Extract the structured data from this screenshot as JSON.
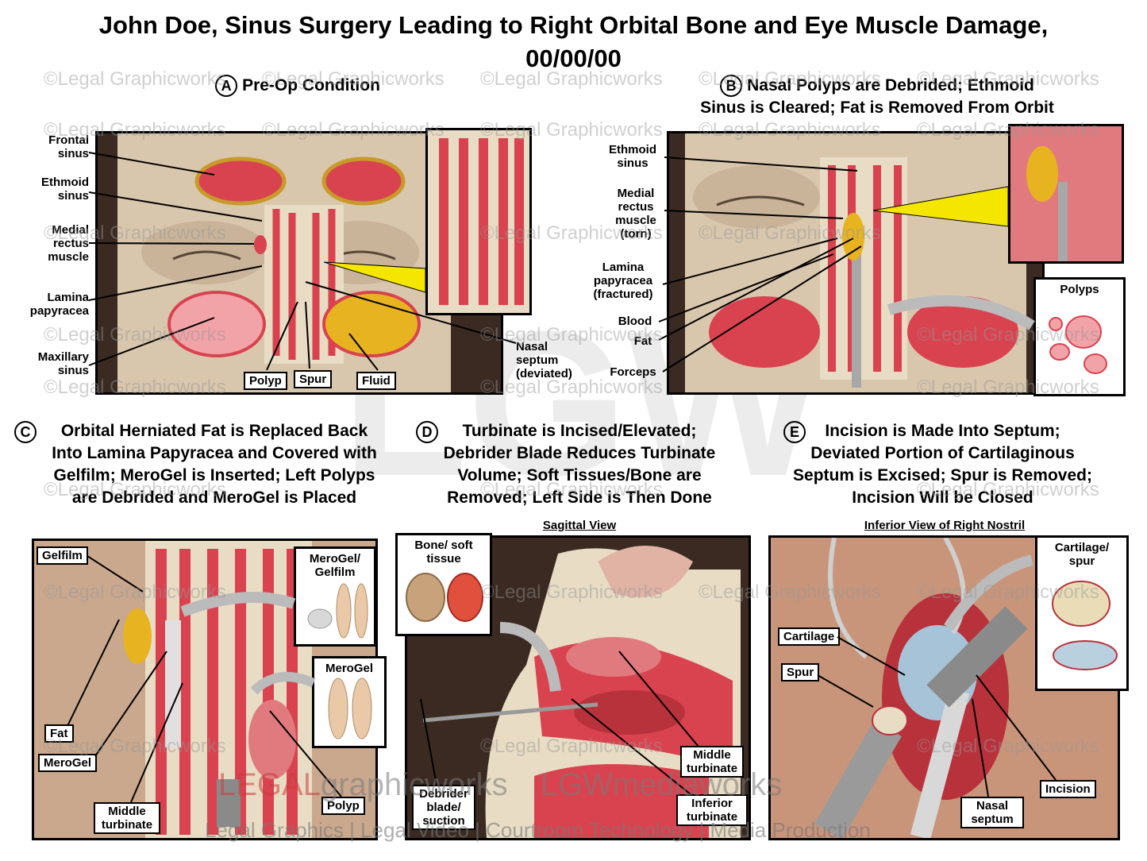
{
  "title": {
    "line1": "John Doe, Sinus Surgery Leading to Right Orbital Bone and Eye Muscle Damage,",
    "line2": "00/00/00"
  },
  "watermark": "©Legal Graphicworks",
  "panels": {
    "a": {
      "letter": "A",
      "title": "Pre-Op Condition",
      "labels": {
        "frontal_sinus": "Frontal sinus",
        "ethmoid_sinus": "Ethmoid sinus",
        "medial_rectus": "Medial rectus muscle",
        "lamina": "Lamina papyracea",
        "maxillary": "Maxillary sinus",
        "polyp": "Polyp",
        "spur": "Spur",
        "fluid": "Fluid",
        "nasal_septum": "Nasal septum (deviated)"
      }
    },
    "b": {
      "letter": "B",
      "title_line1": "Nasal Polyps are Debrided; Ethmoid",
      "title_line2": "Sinus is Cleared; Fat is Removed From Orbit",
      "labels": {
        "ethmoid_sinus": "Ethmoid sinus",
        "medial_rectus": "Medial rectus muscle (torn)",
        "lamina": "Lamina papyracea (fractured)",
        "blood": "Blood",
        "fat": "Fat",
        "forceps": "Forceps",
        "polyps": "Polyps"
      }
    },
    "c": {
      "letter": "C",
      "title_lines": [
        "Orbital Herniated Fat is Replaced Back",
        "Into Lamina Papyracea and Covered with",
        "Gelfilm; MeroGel is Inserted; Left Polyps",
        "are Debrided and MeroGel is Placed"
      ],
      "labels": {
        "gelfilm": "Gelfilm",
        "fat": "Fat",
        "merogel": "MeroGel",
        "middle_turbinate": "Middle turbinate",
        "polyp": "Polyp",
        "merogel_gelfilm": "MeroGel/ Gelfilm",
        "merogel_inset": "MeroGel"
      }
    },
    "d": {
      "letter": "D",
      "title_lines": [
        "Turbinate is Incised/Elevated;",
        "Debrider Blade Reduces Turbinate",
        "Volume; Soft Tissues/Bone are",
        "Removed; Left Side is Then Done"
      ],
      "subhead": "Sagittal View",
      "labels": {
        "bone_soft": "Bone/ soft tissue",
        "middle_turbinate": "Middle turbinate",
        "inferior_turbinate": "Inferior turbinate",
        "debrider": "Debrider blade/ suction"
      }
    },
    "e": {
      "letter": "E",
      "title_lines": [
        "Incision is Made Into Septum;",
        "Deviated Portion of Cartilaginous",
        "Septum is Excised; Spur is Removed;",
        "Incision Will be Closed"
      ],
      "subhead": "Inferior View of Right Nostril",
      "labels": {
        "cartilage_spur": "Cartilage/ spur",
        "cartilage": "Cartilage",
        "spur": "Spur",
        "nasal_septum": "Nasal septum",
        "incision": "Incision"
      }
    }
  },
  "branding": {
    "legal": "LEGAL",
    "graphicworks": "graphicworks",
    "lgw": "LGW",
    "mediaworks": "mediaworks",
    "tagline": "Legal Graphics | Legal Video | Courtroom Technology | Media Production",
    "big_mark": "LGW"
  },
  "colors": {
    "tissue": "#d9434f",
    "tissue_light": "#f2a3a8",
    "bone": "#e8dcc4",
    "skin": "#d9c7ad",
    "fat": "#e8b321",
    "dark_bg": "#3a2a22",
    "pointer": "#f5e600"
  }
}
